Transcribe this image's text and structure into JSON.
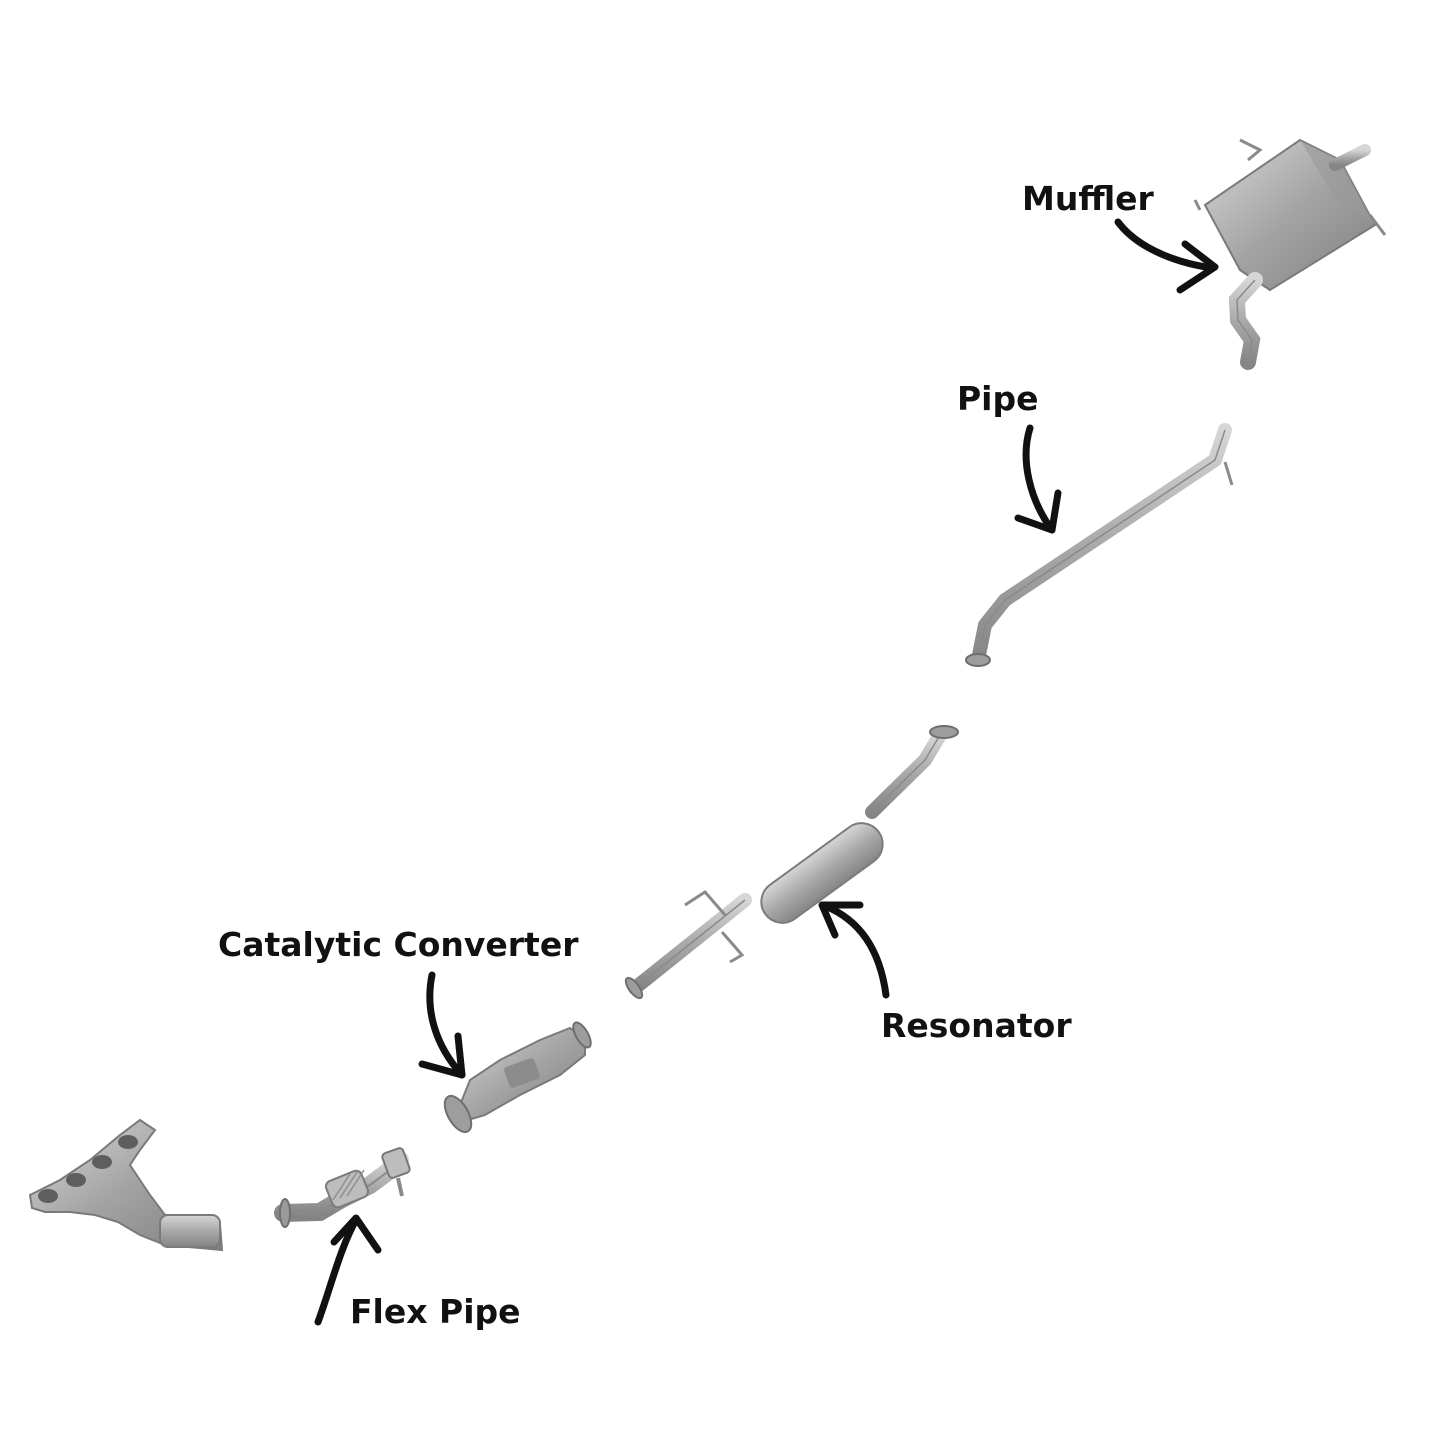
{
  "labels": {
    "muffler": "Muffler",
    "pipe": "Pipe",
    "resonator": "Resonator",
    "catalytic_converter": "Catalytic Converter",
    "flex_pipe": "Flex Pipe"
  },
  "colors": {
    "metal_light": "#c9c9c9",
    "metal_mid": "#a7a7a7",
    "metal_dark": "#7d7d7d",
    "arrow": "#111111",
    "background": "#ffffff"
  }
}
